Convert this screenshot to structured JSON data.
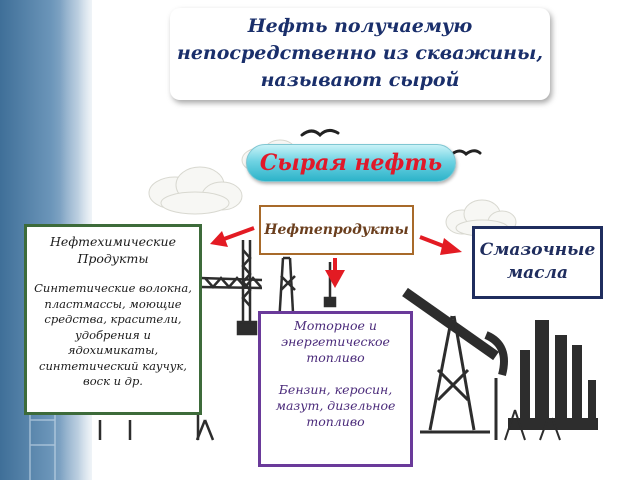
{
  "title": {
    "line1": "Нефть получаемую",
    "line2": "непосредственно из скважины,",
    "line3": "называют сырой"
  },
  "crude_oil_label": "Сырая нефть",
  "oil_products_label": "Нефтепродукты",
  "petrochemical": {
    "heading_line1": "Нефтехимические",
    "heading_line2": "Продукты",
    "lines": [
      "Синтетические волокна,",
      "пластмассы, моющие",
      "средства, красители,",
      "удобрения и",
      "ядохимикаты,",
      "синтетический каучук,",
      "воск и др."
    ]
  },
  "lubricants": {
    "line1": "Смазочные",
    "line2": "масла"
  },
  "motor_fuel": {
    "line1": "Моторное и",
    "line2": "энергетическое",
    "line3": "топливо",
    "line4": "Бензин, керосин,",
    "line5": "мазут, дизельное",
    "line6": "топливо"
  },
  "colors": {
    "title_text": "#1a2f6b",
    "crude_oil_text": "#e0192a",
    "arrow": "#e31b23",
    "petro_border": "#3d6b3a",
    "lub_border": "#1f2d5e",
    "motor_border": "#6a3a9a",
    "np_border": "#a86a2a"
  }
}
